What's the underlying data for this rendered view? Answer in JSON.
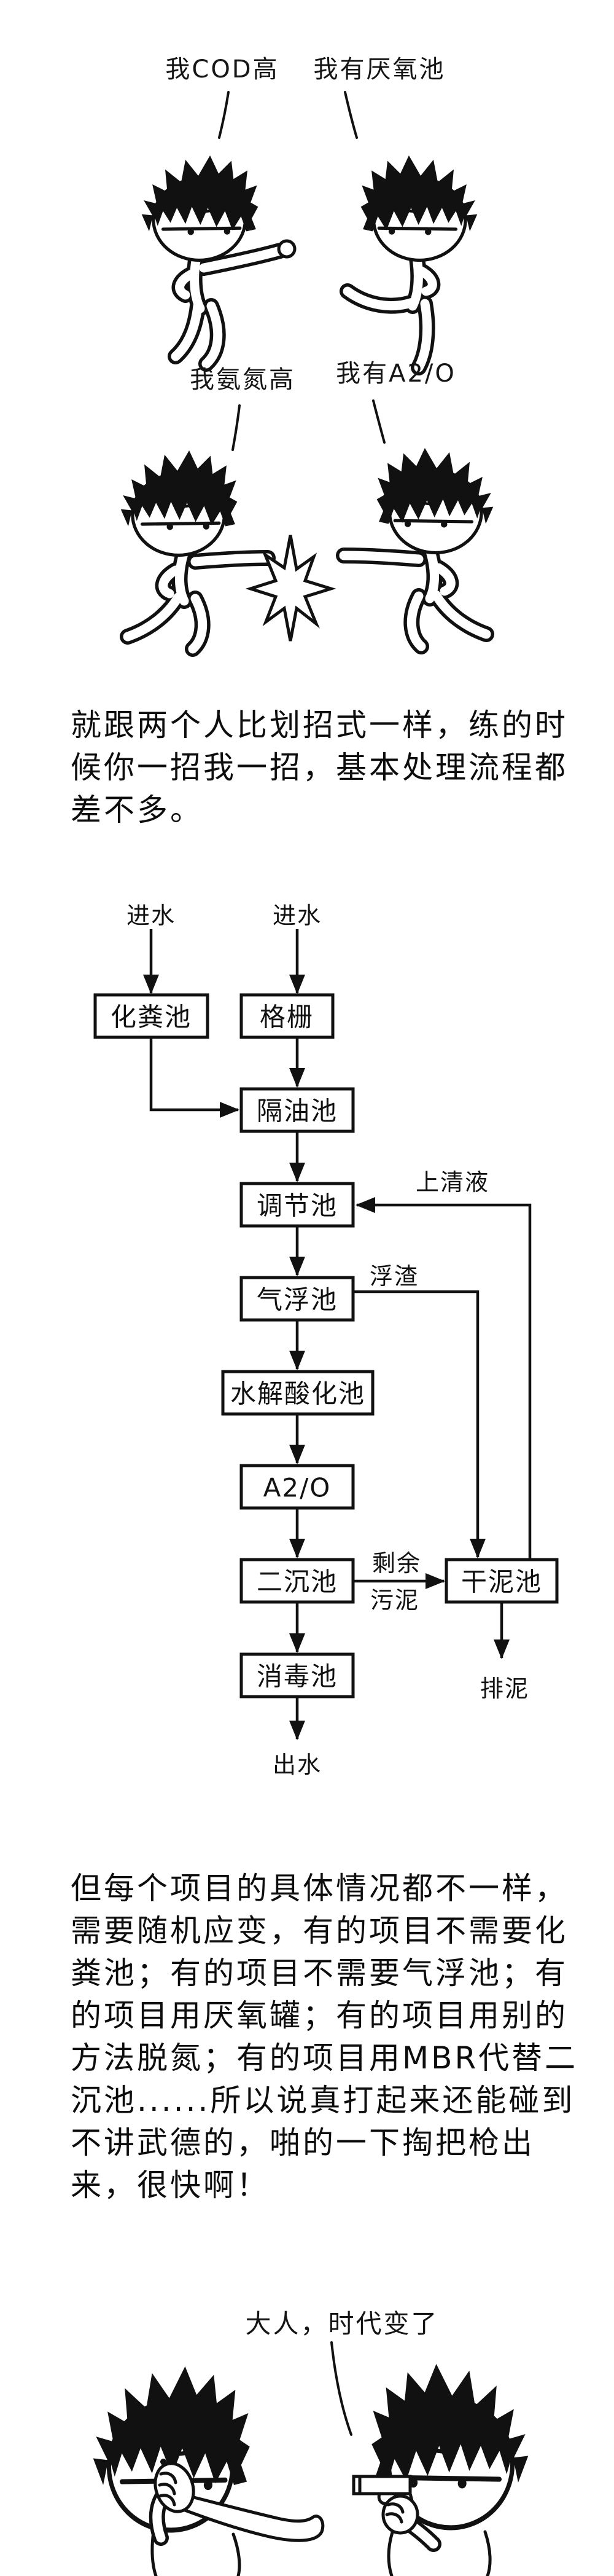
{
  "page": {
    "background": "#ffffff",
    "ink": "#111111"
  },
  "scene1": {
    "left_speech": "我COD高",
    "right_speech": "我有厌氧池"
  },
  "scene2": {
    "left_speech": "我氨氮高",
    "right_speech": "我有A2/O"
  },
  "paragraph1": "就跟两个人比划招式一样，练的时候你一招我一招，基本处理流程都差不多。",
  "flowchart": {
    "inlet_left": "进水",
    "inlet_right": "进水",
    "boxes": [
      {
        "label": "化粪池"
      },
      {
        "label": "格栅"
      },
      {
        "label": "隔油池"
      },
      {
        "label": "调节池"
      },
      {
        "label": "气浮池"
      },
      {
        "label": "水解酸化池"
      },
      {
        "label": "A2/O"
      },
      {
        "label": "二沉池"
      },
      {
        "label": "干泥池"
      },
      {
        "label": "消毒池"
      }
    ],
    "edge_labels": {
      "supernatant": "上清液",
      "scum": "浮渣",
      "excess_sludge_line1": "剩余",
      "excess_sludge_line2": "污泥",
      "outflow": "出水",
      "sludge_discharge": "排泥"
    }
  },
  "paragraph2": "但每个项目的具体情况都不一样，需要随机应变，有的项目不需要化粪池；有的项目不需要气浮池；有的项目用厌氧罐；有的项目用别的方法脱氮；有的项目用MBR代替二沉池......所以说真打起来还能碰到不讲武德的，啪的一下掏把枪出来，很快啊！",
  "scene3": {
    "speech": "大人，时代变了"
  }
}
